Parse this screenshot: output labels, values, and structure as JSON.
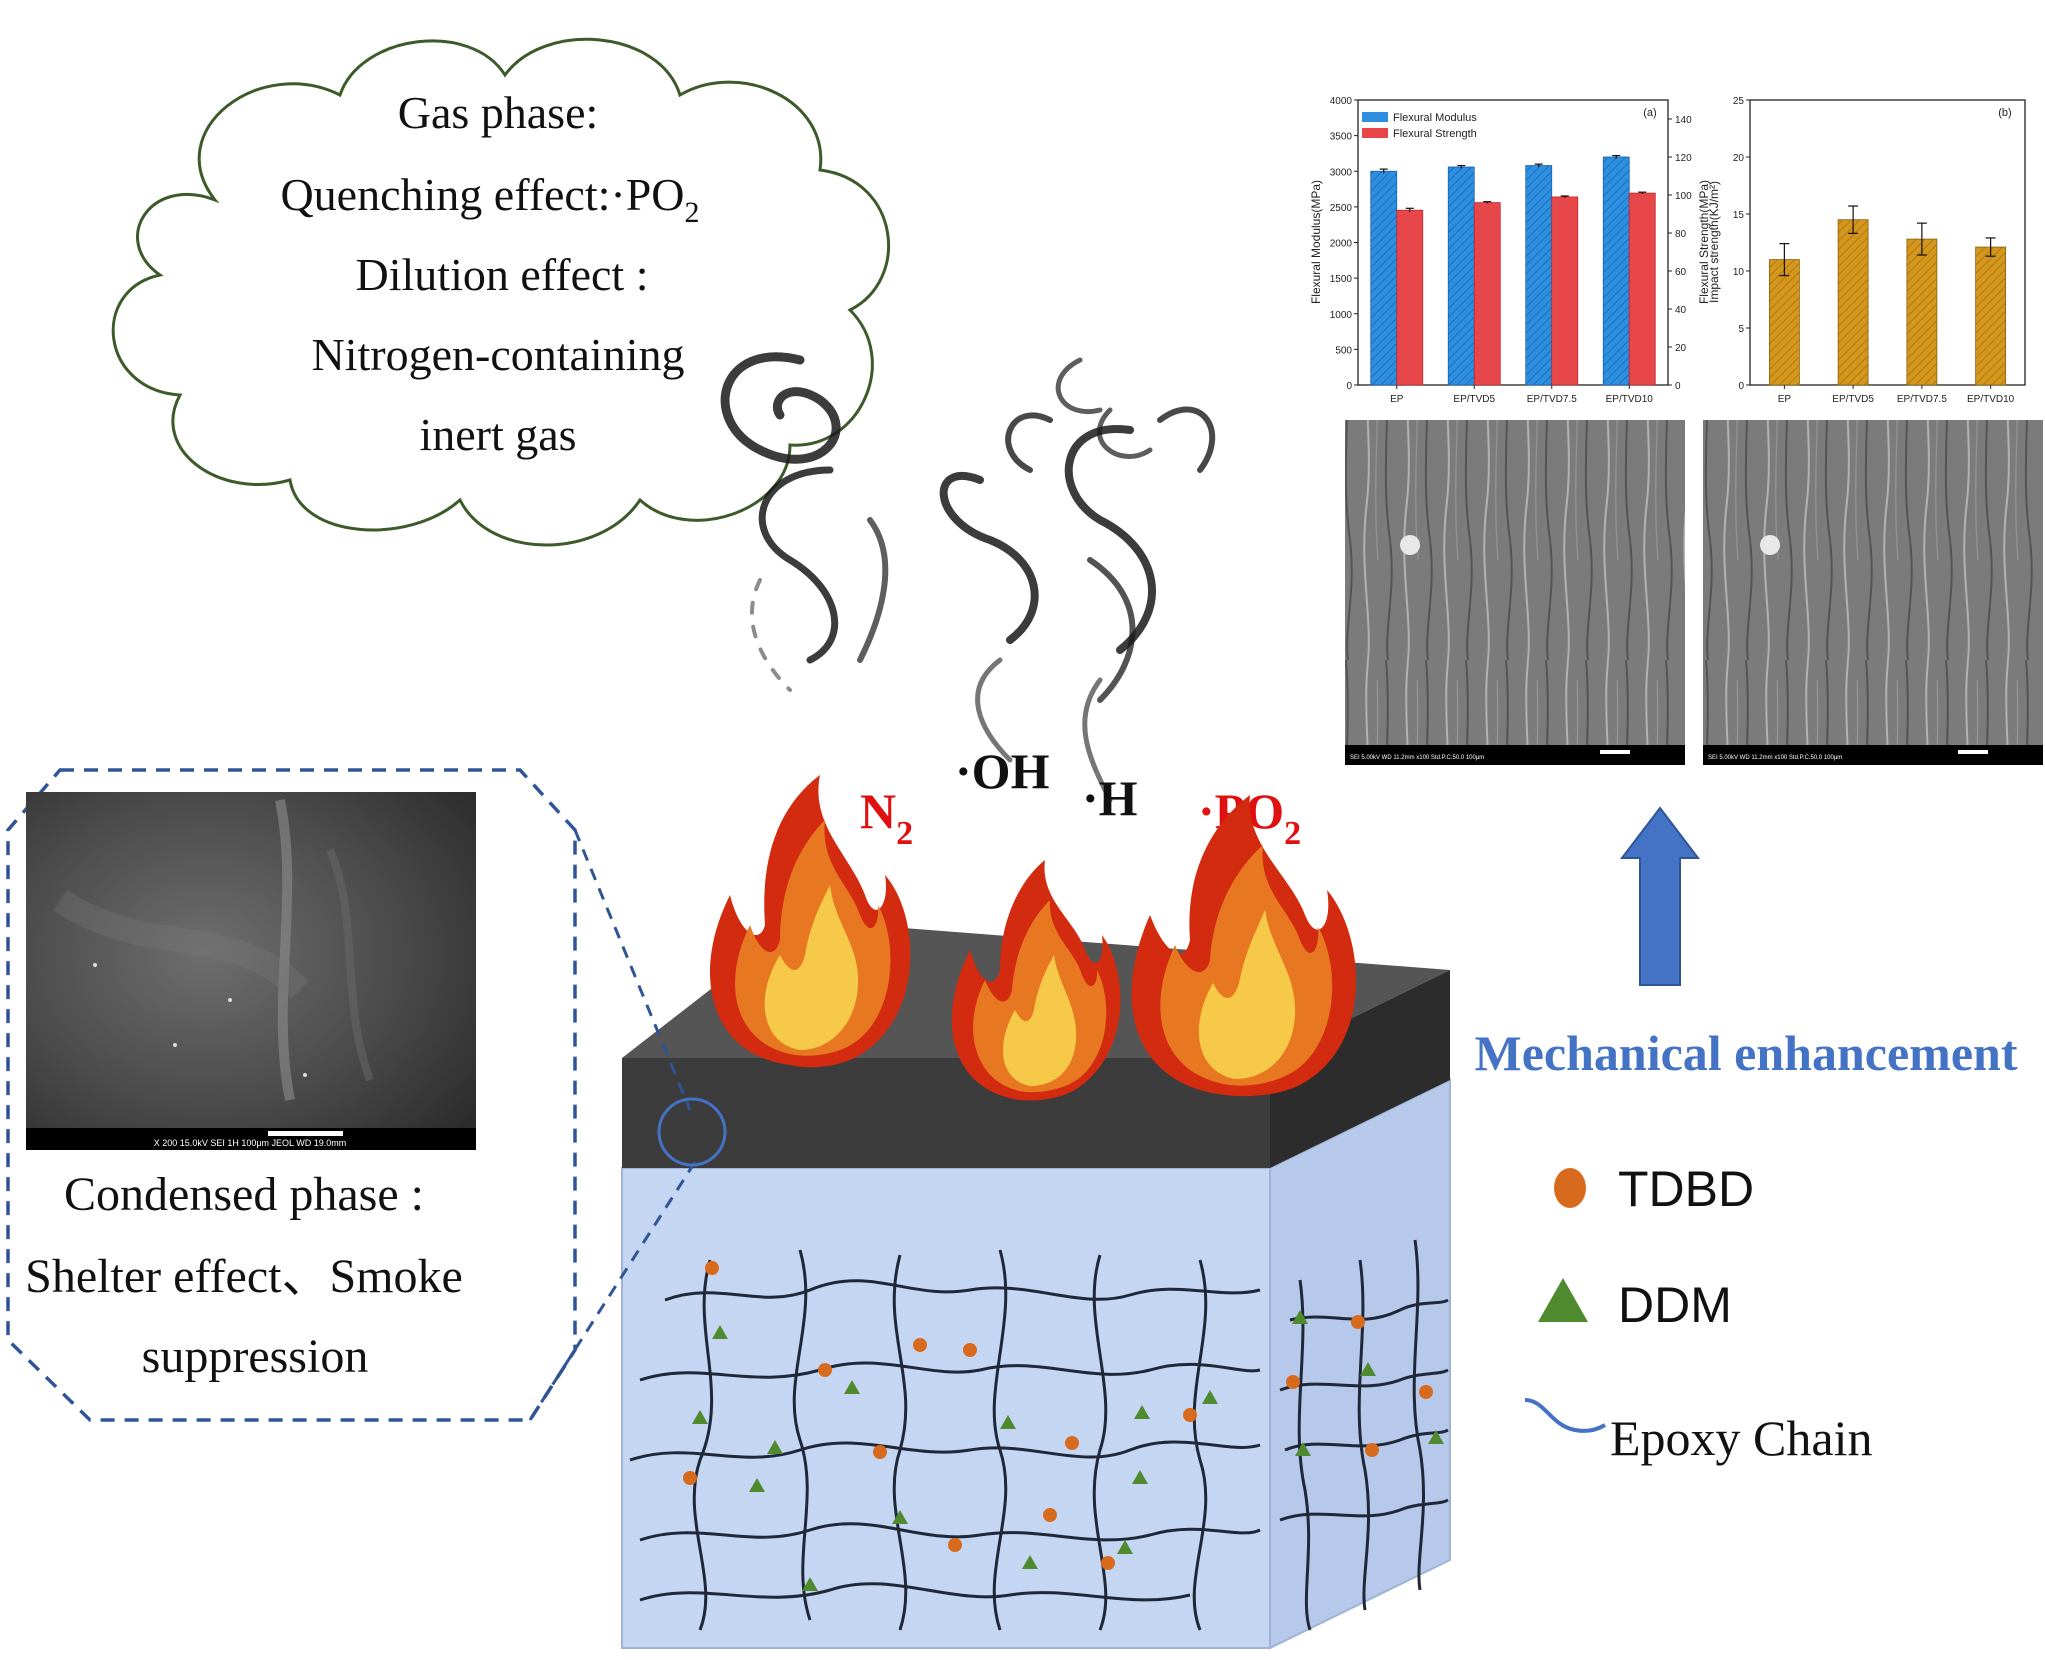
{
  "gas_phase": {
    "title": "Gas phase:",
    "line1_prefix": "Quenching effect:·PO",
    "line1_sub": "2",
    "line2": "Dilution effect :",
    "line3": "Nitrogen-containing",
    "line4": "inert gas"
  },
  "radicals": {
    "n2_main": "N",
    "n2_sub": "2",
    "oh": "·OH",
    "h": "·H",
    "po2_main": "·PO",
    "po2_sub": "2"
  },
  "condensed_phase": {
    "line1": "Condensed phase :",
    "line2": "Shelter effect、Smoke",
    "line3": "suppression",
    "sem_caption": "X 200     15.0kV SEI     1H     100μm  JEOL   WD 19.0mm"
  },
  "mechanical": {
    "label": "Mechanical enhancement",
    "sem_caption_left": "SEI   5.00kV  WD 11.2mm  x100  Std.P.C.50.0       100μm",
    "sem_caption_right": "SEI   5.00kV  WD 11.2mm  x100  Std.P.C.50.0       100μm"
  },
  "legend": {
    "tdbd": "TDBD",
    "ddm": "DDM",
    "epoxy": "Epoxy Chain"
  },
  "colors": {
    "dark_blue": "#2f5597",
    "mech_blue": "#4472c4",
    "red_text": "#e01010",
    "tdbd_orange": "#d86a1e",
    "ddm_green": "#4f8a2f",
    "modulus_blue": "#2e8fe0",
    "strength_red": "#e8474a",
    "impact_gold": "#d4961c",
    "block_top": "#4a4a4a",
    "block_body": "#c5d6f2"
  },
  "chart_data": [
    {
      "type": "bar",
      "panel_label": "(a)",
      "categories": [
        "EP",
        "EP/TVD5",
        "EP/TVD7.5",
        "EP/TVD10"
      ],
      "series": [
        {
          "name": "Flexural Modulus",
          "axis": "left",
          "values": [
            3000,
            3060,
            3080,
            3200
          ],
          "errors": [
            30,
            20,
            20,
            20
          ]
        },
        {
          "name": "Flexural Strength",
          "axis": "right",
          "values": [
            92,
            96,
            99,
            101
          ],
          "errors": [
            1,
            0.5,
            0.5,
            0.5
          ]
        }
      ],
      "ylabel": "Flexural Modulus(MPa)",
      "ylim": [
        0,
        4000
      ],
      "yticks": [
        0,
        500,
        1000,
        1500,
        2000,
        2500,
        3000,
        3500,
        4000
      ],
      "y2label": "Flexural Strength(MPa)",
      "y2lim": [
        0,
        150
      ],
      "y2ticks": [
        0,
        20,
        40,
        60,
        80,
        100,
        120,
        140
      ],
      "legend_position": "top-left",
      "grid": false
    },
    {
      "type": "bar",
      "panel_label": "(b)",
      "categories": [
        "EP",
        "EP/TVD5",
        "EP/TVD7.5",
        "EP/TVD10"
      ],
      "series": [
        {
          "values": [
            11.0,
            14.5,
            12.8,
            12.1
          ],
          "errors": [
            1.4,
            1.2,
            1.4,
            0.8
          ]
        }
      ],
      "ylabel": "Impact strength(KJ/m²)",
      "ylim": [
        0,
        25
      ],
      "yticks": [
        0,
        5,
        10,
        15,
        20,
        25
      ],
      "grid": false
    }
  ]
}
